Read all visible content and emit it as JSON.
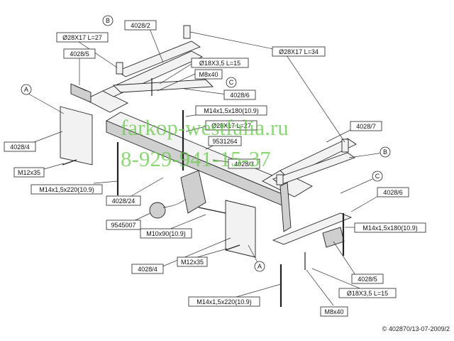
{
  "watermark": {
    "site": "farkop-westfalia.ru",
    "phone": "8-929-941-15-37",
    "color": "#66c948"
  },
  "copyright": "© 402870/13-07-2009/2",
  "callouts": {
    "A": "A",
    "B": "B",
    "C": "C"
  },
  "labels": {
    "part_4028_2": "4028/2",
    "d28x17_l27": "Ø28X17 L=27",
    "part_4028_5": "4028/5",
    "d18x3_l15": "Ø18X3,5 L=15",
    "m8x40": "M8x40",
    "part_4028_6": "4028/6",
    "d28x17_l34": "Ø28X17 L=34",
    "m14x180": "M14x1,5x180(10.9)",
    "d28x17_l27b": "Ø28X17 L=27",
    "part_9531264": "9531264",
    "part_4028_4": "4028/4",
    "part_4028_3": "4028/3",
    "part_4028_7": "4028/7",
    "m12x35": "M12x35",
    "m14x220": "M14x1,5x220(10.9)",
    "part_4028_24": "4028/24",
    "part_9545007": "9545007",
    "m10x90": "M10x90(10.9)"
  }
}
